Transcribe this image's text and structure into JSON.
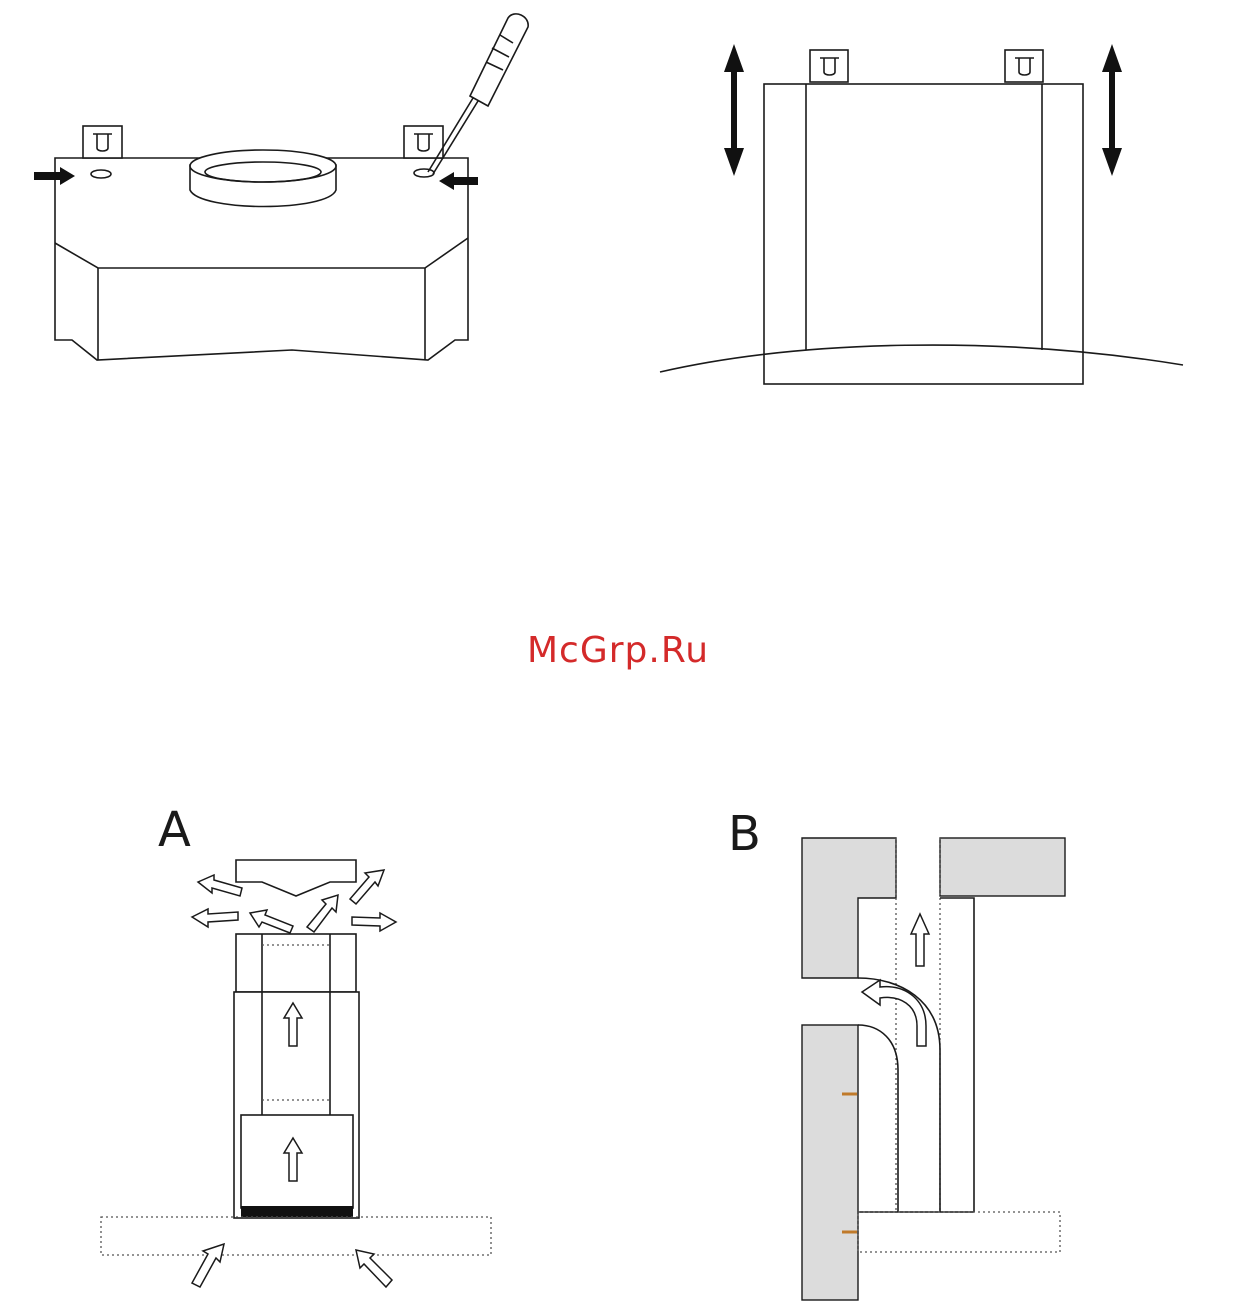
{
  "watermark": "McGrp.Ru",
  "figures": {
    "a_label": "A",
    "b_label": "B"
  },
  "colors": {
    "watermark": "#d42a2a",
    "wall_fill": "#dcdcdc",
    "line": "#1a1a1a"
  }
}
